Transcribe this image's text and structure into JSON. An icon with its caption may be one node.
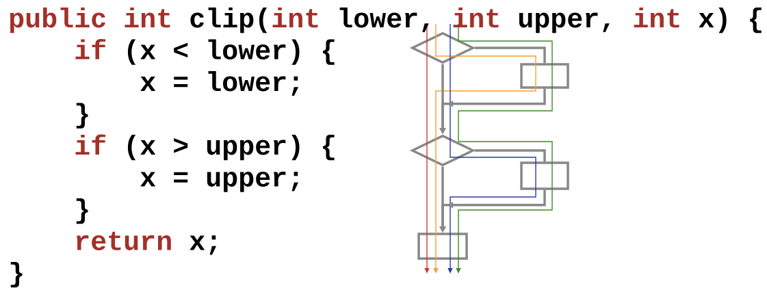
{
  "diagram": {
    "nodes": [
      {
        "text": [],
        "shape": "diamond"
      },
      {
        "text": [],
        "shape": "box"
      },
      {
        "text": [],
        "shape": "diamond"
      },
      {
        "text": [],
        "shape": "box"
      },
      {
        "text": [],
        "shape": "box"
      }
    ],
    "edges": [
      {
        "from": 0,
        "to": 1,
        "arrow": "none"
      },
      {
        "from": 1,
        "to": 2,
        "arrow": "to"
      },
      {
        "from": 0,
        "to": 2,
        "arrow": "to"
      },
      {
        "from": 2,
        "to": 3,
        "arrow": "none"
      },
      {
        "from": 3,
        "to": 4,
        "arrow": "to"
      },
      {
        "from": 2,
        "to": 4,
        "arrow": "to"
      }
    ],
    "labels": [
      "public int",
      "clip(",
      "int",
      "lower,",
      "int",
      "upper,",
      "int",
      "x) {",
      "if",
      "(x < lower) {",
      "x = lower;",
      "}",
      "if",
      "(x > upper) {",
      "x = upper;",
      "}",
      "return",
      "x;",
      "}"
    ]
  }
}
